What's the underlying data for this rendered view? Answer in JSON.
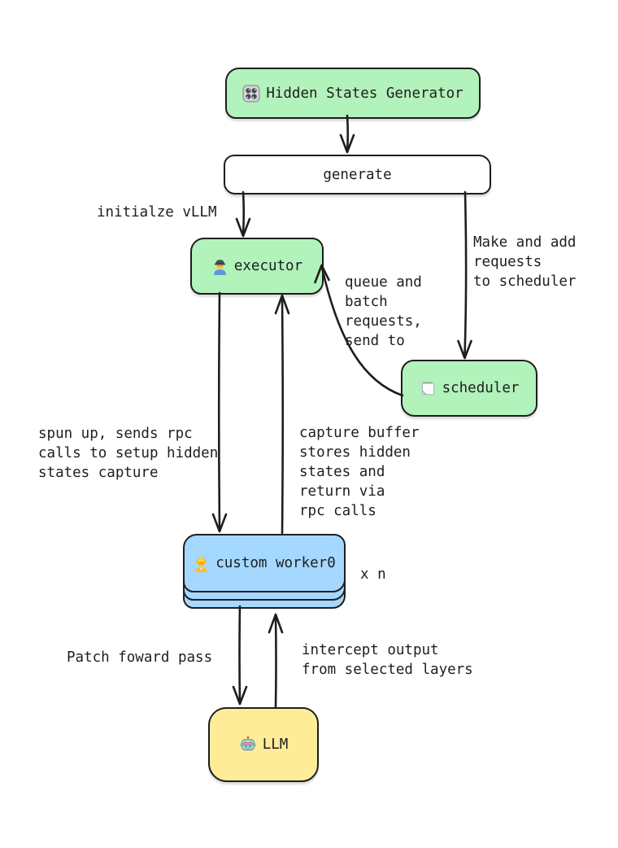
{
  "diagram": {
    "colors": {
      "node_green": "#b2f2bb",
      "node_blue": "#a5d8ff",
      "node_yellow": "#ffec99",
      "node_white": "#ffffff",
      "stroke": "#1e1e1e"
    },
    "nodes": {
      "generator": {
        "label": "Hidden States Generator",
        "icon": "control-knobs-icon"
      },
      "generate": {
        "label": "generate"
      },
      "executor": {
        "label": "executor",
        "icon": "factory-worker-icon"
      },
      "scheduler": {
        "label": "scheduler",
        "icon": "notepad-icon"
      },
      "worker": {
        "label": "custom worker0",
        "icon": "construction-worker-icon",
        "multiplier": "x n"
      },
      "llm": {
        "label": "LLM",
        "icon": "robot-icon"
      }
    },
    "edge_labels": {
      "initialize_vllm": "initialze vLLM",
      "make_requests": "Make and add\nrequests\nto scheduler",
      "queue_batch": "queue and\nbatch\nrequests,\nsend to",
      "spun_up": "spun up, sends rpc\ncalls to setup hidden\nstates capture",
      "capture_buffer": "capture buffer\nstores hidden\nstates and\nreturn via\nrpc calls",
      "patch_forward": "Patch foward pass",
      "intercept": "intercept output\nfrom selected layers"
    }
  }
}
